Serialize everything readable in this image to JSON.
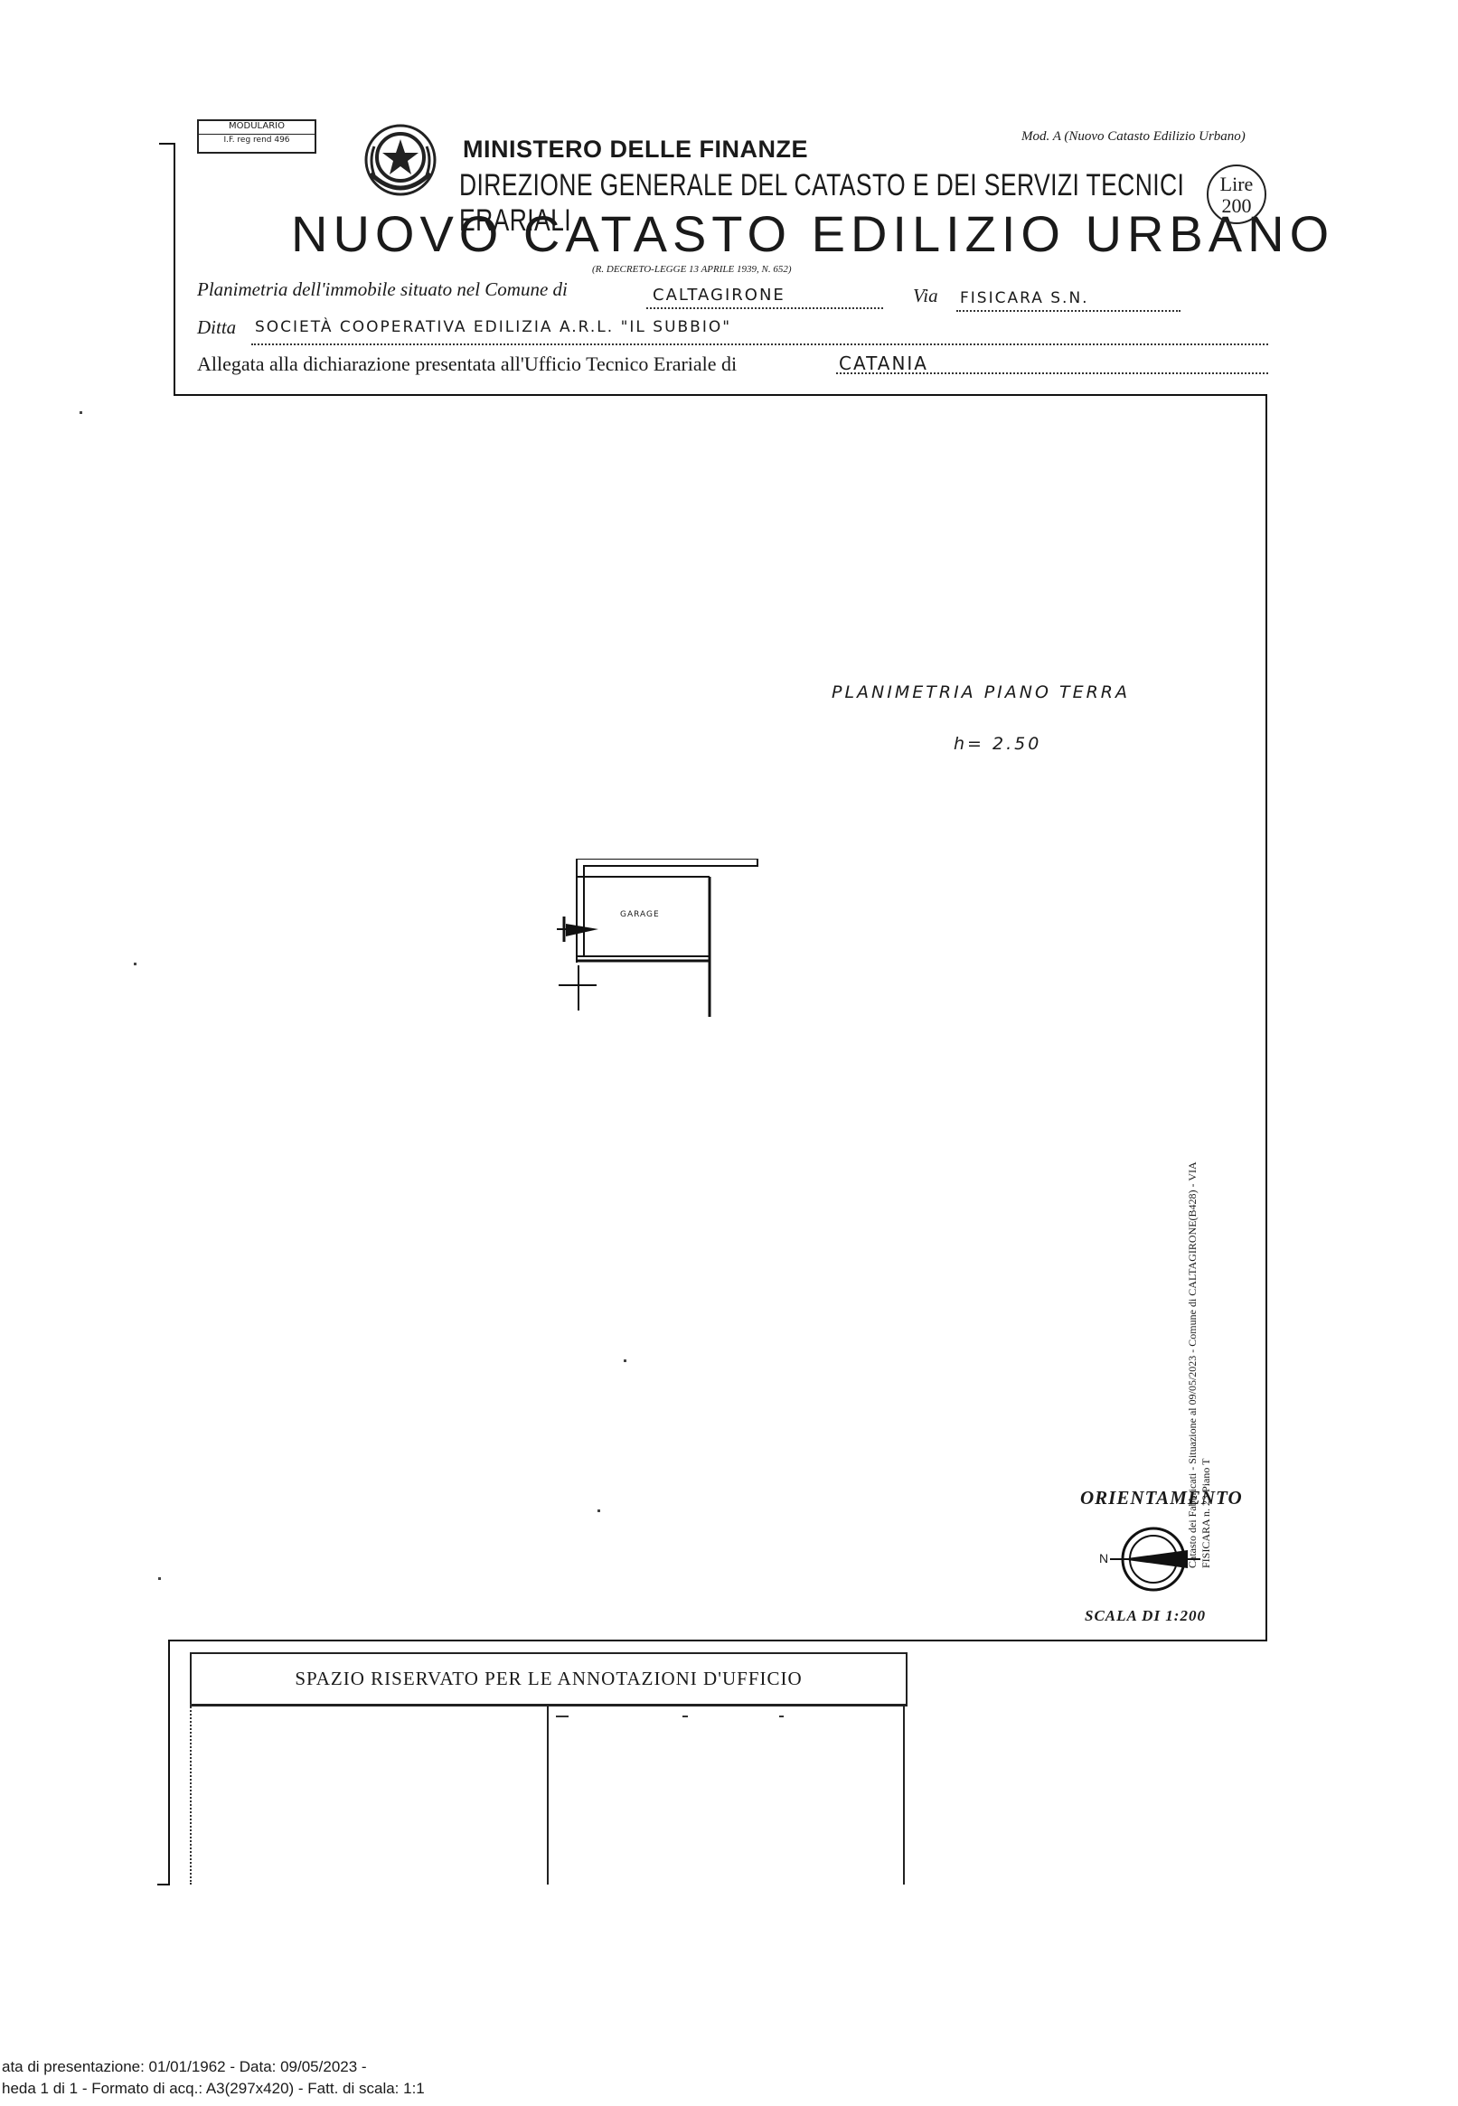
{
  "header": {
    "modulario_line1": "MODULARIO",
    "modulario_line2": "I.F. reg rend 496",
    "ministero": "MINISTERO DELLE FINANZE",
    "direzione": "DIREZIONE GENERALE DEL CATASTO E DEI SERVIZI TECNICI ERARIALI",
    "title": "NUOVO CATASTO EDILIZIO URBANO",
    "decreto": "(R. DECRETO-LEGGE 13 APRILE 1939, N. 652)",
    "mod_a": "Mod. A (Nuovo Catasto Edilizio Urbano)",
    "lire_label": "Lire",
    "lire_value": "200"
  },
  "form": {
    "planimetria_label": "Planimetria dell'immobile situato nel Comune di",
    "comune": "CALTAGIRONE",
    "via_label": "Via",
    "via": "FISICARA S.N.",
    "ditta_label": "Ditta",
    "ditta": "SOCIETÀ COOPERATIVA EDILIZIA A.R.L. \"IL SUBBIO\"",
    "allegata_label": "Allegata alla dichiarazione presentata all'Ufficio Tecnico Erariale di",
    "ufficio": "CATANIA"
  },
  "drawing": {
    "note_title": "PLANIMETRIA PIANO TERRA",
    "height_note": "h= 2.50",
    "room_label": "GARAGE"
  },
  "sidebar_stamp": "Catasto dei Fabbricati - Situazione al 09/05/2023 - Comune di CALTAGIRONE(B428) - VIA FISICARA n. 23 Piano T",
  "orientation": {
    "label": "ORIENTAMENTO",
    "north": "N",
    "scale": "SCALA DI 1:200"
  },
  "office": {
    "title": "SPAZIO RISERVATO PER LE ANNOTAZIONI D'UFFICIO"
  },
  "footer": {
    "line1": "ata di presentazione: 01/01/1962 - Data: 09/05/2023 -",
    "line2": "heda 1 di 1 - Formato di acq.: A3(297x420) - Fatt. di scala: 1:1"
  }
}
